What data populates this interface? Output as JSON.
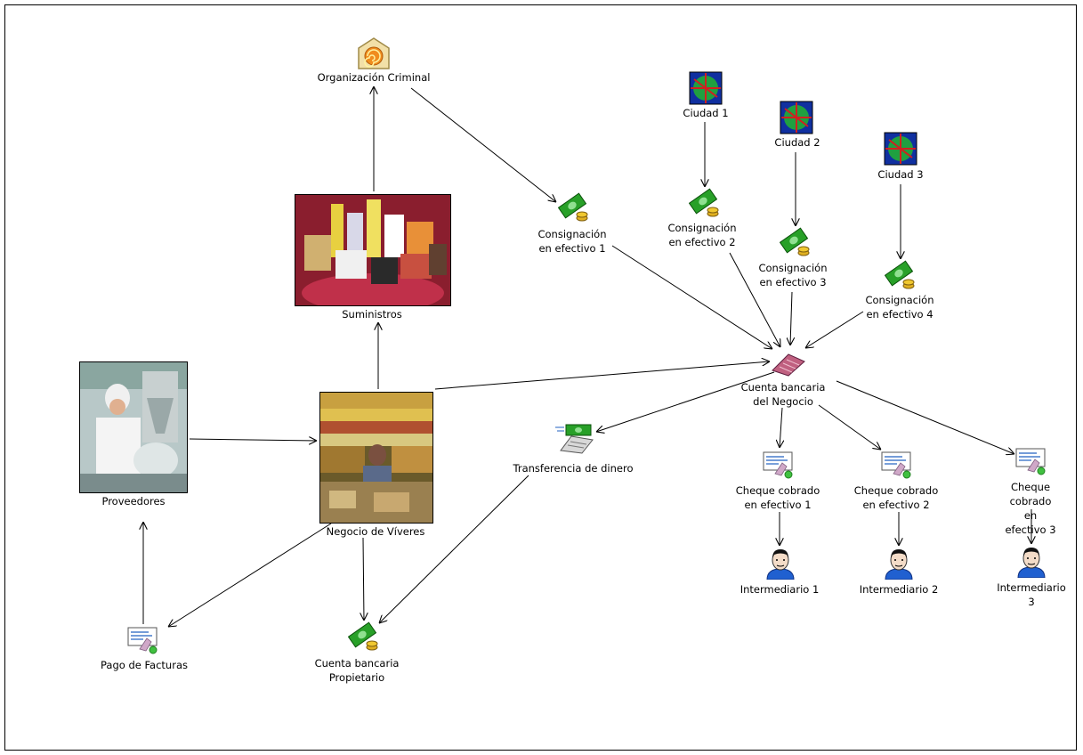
{
  "nodes": {
    "org": {
      "label": "Organización Criminal",
      "icon": "organization-icon"
    },
    "suministros": {
      "label": "Suministros",
      "icon": "groceries-photo"
    },
    "proveedores": {
      "label": "Proveedores",
      "icon": "factory-worker-photo"
    },
    "negocio": {
      "label": "Negocio de Víveres",
      "icon": "grocery-store-photo"
    },
    "pago": {
      "label": "Pago de Facturas",
      "icon": "check-icon"
    },
    "cuenta_prop": {
      "label": "Cuenta bancaria\nPropietario",
      "icon": "money-icon"
    },
    "transferencia": {
      "label": "Transferencia de dinero",
      "icon": "wire-transfer-icon"
    },
    "cuenta_neg": {
      "label": "Cuenta bancaria\ndel Negocio",
      "icon": "bank-account-icon"
    },
    "cons1": {
      "label": "Consignación\nen efectivo 1",
      "icon": "money-icon"
    },
    "cons2": {
      "label": "Consignación\nen efectivo 2",
      "icon": "money-icon"
    },
    "cons3": {
      "label": "Consignación\nen efectivo 3",
      "icon": "money-icon"
    },
    "cons4": {
      "label": "Consignación\nen efectivo 4",
      "icon": "money-icon"
    },
    "ciudad1": {
      "label": "Ciudad 1",
      "icon": "city-map-icon"
    },
    "ciudad2": {
      "label": "Ciudad 2",
      "icon": "city-map-icon"
    },
    "ciudad3": {
      "label": "Ciudad 3",
      "icon": "city-map-icon"
    },
    "cheque1": {
      "label": "Cheque cobrado\nen efectivo 1",
      "icon": "check-icon"
    },
    "cheque2": {
      "label": "Cheque cobrado\nen efectivo 2",
      "icon": "check-icon"
    },
    "cheque3": {
      "label": "Cheque cobrado\nen efectivo 3",
      "icon": "check-icon"
    },
    "int1": {
      "label": "Intermediario 1",
      "icon": "person-icon"
    },
    "int2": {
      "label": "Intermediario 2",
      "icon": "person-icon"
    },
    "int3": {
      "label": "Intermediario 3",
      "icon": "person-icon"
    }
  },
  "edges": [
    [
      "negocio",
      "suministros"
    ],
    [
      "suministros",
      "org"
    ],
    [
      "org",
      "cons1"
    ],
    [
      "proveedores",
      "negocio"
    ],
    [
      "pago",
      "proveedores"
    ],
    [
      "negocio",
      "pago"
    ],
    [
      "negocio",
      "cuenta_prop"
    ],
    [
      "negocio",
      "cuenta_neg"
    ],
    [
      "transferencia",
      "cuenta_prop"
    ],
    [
      "cuenta_neg",
      "transferencia"
    ],
    [
      "cons1",
      "cuenta_neg"
    ],
    [
      "cons2",
      "cuenta_neg"
    ],
    [
      "cons3",
      "cuenta_neg"
    ],
    [
      "cons4",
      "cuenta_neg"
    ],
    [
      "ciudad1",
      "cons2"
    ],
    [
      "ciudad2",
      "cons3"
    ],
    [
      "ciudad3",
      "cons4"
    ],
    [
      "cuenta_neg",
      "cheque1"
    ],
    [
      "cuenta_neg",
      "cheque2"
    ],
    [
      "cuenta_neg",
      "cheque3"
    ],
    [
      "cheque1",
      "int1"
    ],
    [
      "cheque2",
      "int2"
    ],
    [
      "cheque3",
      "int3"
    ]
  ]
}
